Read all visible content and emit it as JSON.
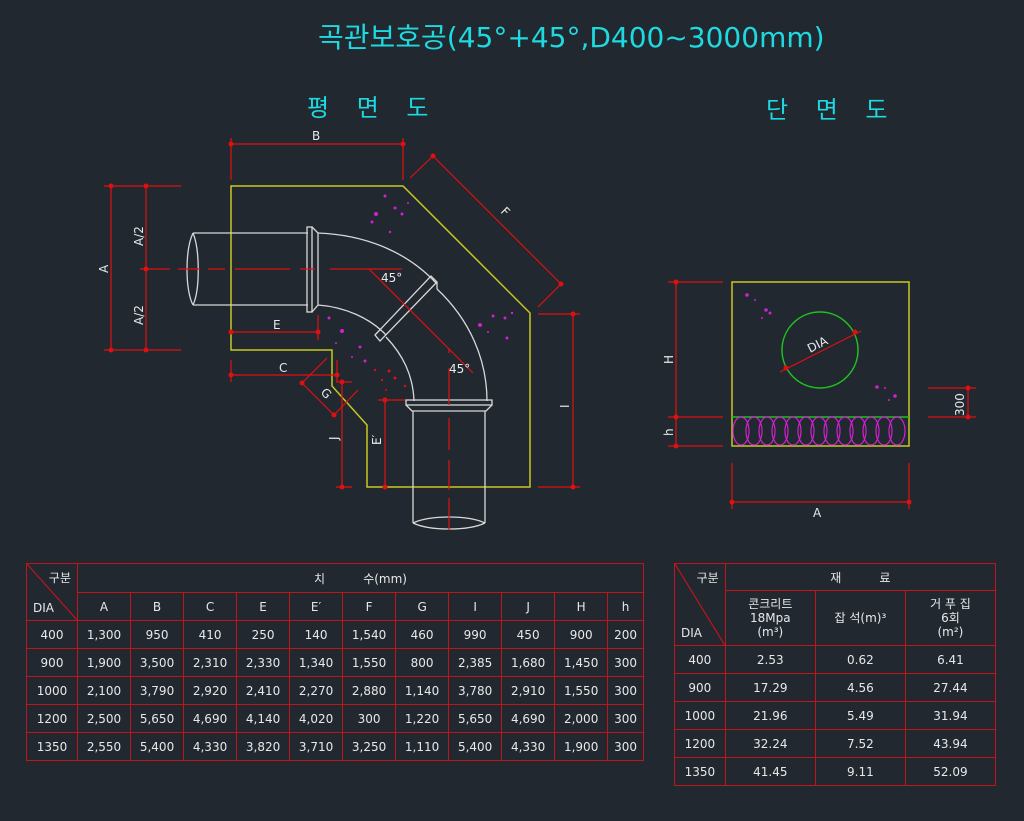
{
  "title": "곡관보호공(45°+45°,D400~3000mm)",
  "plan_view": {
    "title": "평 면 도",
    "labels": {
      "B": "B",
      "F": "F",
      "A": "A",
      "A2_top": "A/2",
      "A2_bot": "A/2",
      "E": "E",
      "C": "C",
      "G": "G",
      "J": "J",
      "E_prime": "E′",
      "I": "I",
      "angle1": "45°",
      "angle2": "45°"
    }
  },
  "section_view": {
    "title": "단 면 도",
    "labels": {
      "H": "H",
      "h": "h",
      "DIA": "DIA",
      "A": "A",
      "dim300": "300"
    }
  },
  "colors": {
    "background": "#212830",
    "title": "#1fd9e0",
    "dimension": "#e01010",
    "outline": "#c8c820",
    "pipe": "#d8d8d8",
    "aggregate": "#d020d0",
    "circle": "#20c020",
    "table_border": "#c0151a"
  },
  "dimension_table": {
    "corner_top": "구분",
    "corner_bottom": "DIA",
    "group_header": "치          수(mm)",
    "columns": [
      "A",
      "B",
      "C",
      "E",
      "E′",
      "F",
      "G",
      "I",
      "J",
      "H",
      "h"
    ],
    "rows": [
      {
        "dia": "400",
        "values": [
          "1,300",
          "950",
          "410",
          "250",
          "140",
          "1,540",
          "460",
          "990",
          "450",
          "900",
          "200"
        ]
      },
      {
        "dia": "900",
        "values": [
          "1,900",
          "3,500",
          "2,310",
          "2,330",
          "1,340",
          "1,550",
          "800",
          "2,385",
          "1,680",
          "1,450",
          "300"
        ]
      },
      {
        "dia": "1000",
        "values": [
          "2,100",
          "3,790",
          "2,920",
          "2,410",
          "2,270",
          "2,880",
          "1,140",
          "3,780",
          "2,910",
          "1,550",
          "300"
        ]
      },
      {
        "dia": "1200",
        "values": [
          "2,500",
          "5,650",
          "4,690",
          "4,140",
          "4,020",
          "300",
          "1,220",
          "5,650",
          "4,690",
          "2,000",
          "300"
        ]
      },
      {
        "dia": "1350",
        "values": [
          "2,550",
          "5,400",
          "4,330",
          "3,820",
          "3,710",
          "3,250",
          "1,110",
          "5,400",
          "4,330",
          "1,900",
          "300"
        ]
      }
    ]
  },
  "material_table": {
    "corner_top": "구분",
    "corner_bottom": "DIA",
    "group_header": "재          료",
    "columns": [
      {
        "line1": "콘크리트",
        "line2": "18Mpa",
        "line3": "(m³)"
      },
      {
        "line1": "잡 석(m)³",
        "line2": "",
        "line3": ""
      },
      {
        "line1": "거 푸 집",
        "line2": "6회",
        "line3": "(m²)"
      }
    ],
    "rows": [
      {
        "dia": "400",
        "values": [
          "2.53",
          "0.62",
          "6.41"
        ]
      },
      {
        "dia": "900",
        "values": [
          "17.29",
          "4.56",
          "27.44"
        ]
      },
      {
        "dia": "1000",
        "values": [
          "21.96",
          "5.49",
          "31.94"
        ]
      },
      {
        "dia": "1200",
        "values": [
          "32.24",
          "7.52",
          "43.94"
        ]
      },
      {
        "dia": "1350",
        "values": [
          "41.45",
          "9.11",
          "52.09"
        ]
      }
    ]
  }
}
